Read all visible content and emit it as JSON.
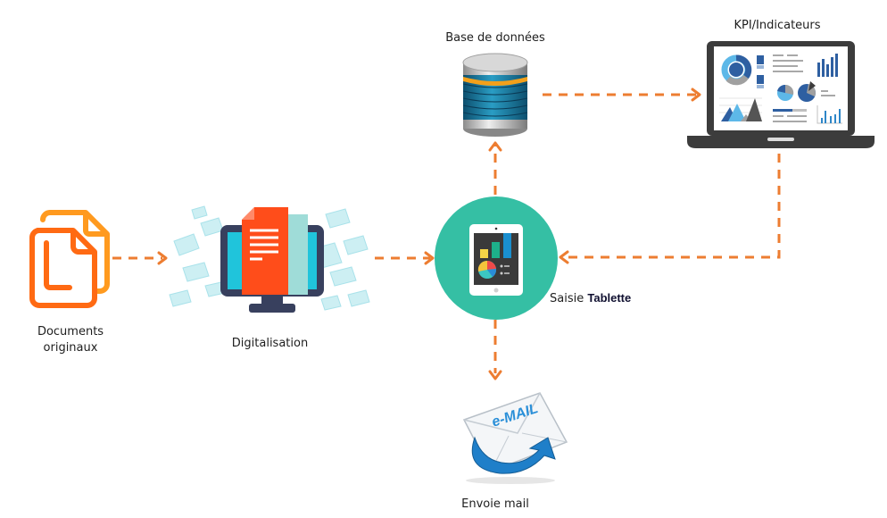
{
  "diagram": {
    "nodes": [
      {
        "id": "documents",
        "label_line1": "Documents",
        "label_line2": "originaux",
        "icon": "documents-icon"
      },
      {
        "id": "digitalisation",
        "label": "Digitalisation",
        "icon": "monitor-document-icon"
      },
      {
        "id": "tablette",
        "label_prefix": "Saisie",
        "label_suffix": "Tablette",
        "icon": "tablet-icon"
      },
      {
        "id": "database",
        "label": "Base de données",
        "icon": "database-icon"
      },
      {
        "id": "kpi",
        "label": "KPI/Indicateurs",
        "icon": "laptop-dashboard-icon"
      },
      {
        "id": "email",
        "label": "Envoie mail",
        "icon": "email-icon",
        "badge_text": "e-MAIL"
      }
    ],
    "edges": [
      {
        "from": "documents",
        "to": "digitalisation",
        "style": "dashed"
      },
      {
        "from": "digitalisation",
        "to": "tablette",
        "style": "dashed"
      },
      {
        "from": "tablette",
        "to": "database",
        "style": "dashed"
      },
      {
        "from": "database",
        "to": "kpi",
        "style": "dashed"
      },
      {
        "from": "kpi",
        "to": "tablette",
        "style": "dashed"
      },
      {
        "from": "tablette",
        "to": "email",
        "style": "dashed"
      }
    ],
    "colors": {
      "arrow": "#ED7D31",
      "tablet_circle": "#35BFA4",
      "doc_orange_front": "#FF6A13",
      "doc_orange_back": "#FF9A1F",
      "laptop_frame": "#3C3C3C",
      "monitor_frame": "#38405E",
      "monitor_screen": "#20C4DB",
      "doc_red": "#FF4D1A"
    }
  }
}
